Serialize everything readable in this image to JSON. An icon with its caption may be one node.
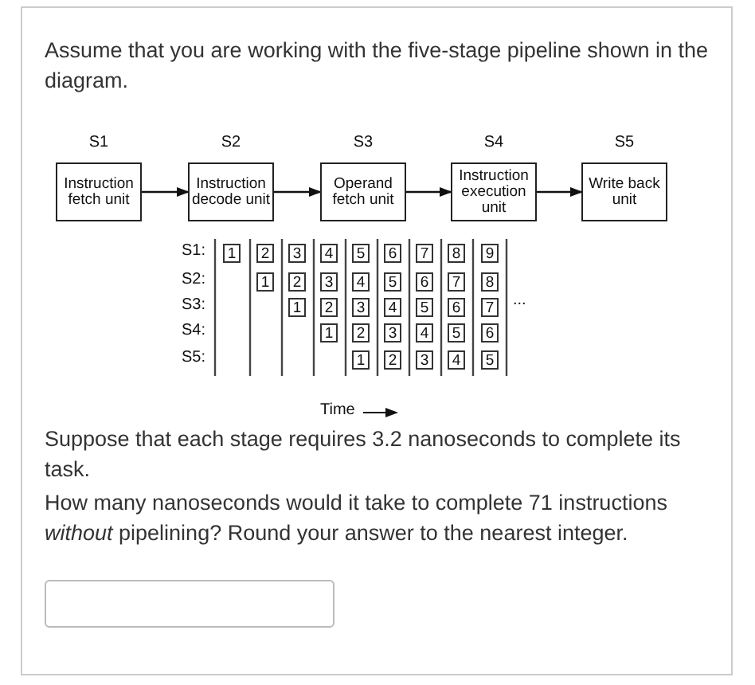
{
  "diagram": {
    "nodes": [
      {
        "text": [
          "S1",
          "Instruction fetch unit"
        ]
      },
      {
        "text": [
          "S2",
          "Instruction decode unit"
        ]
      },
      {
        "text": [
          "S3",
          "Operand fetch unit"
        ]
      },
      {
        "text": [
          "S4",
          "Instruction execution unit"
        ]
      },
      {
        "text": [
          "S5",
          "Write back unit"
        ]
      }
    ],
    "edges": [
      {
        "from": 0,
        "to": 1,
        "arrow": "to"
      },
      {
        "from": 1,
        "to": 2,
        "arrow": "to"
      },
      {
        "from": 2,
        "to": 3,
        "arrow": "to"
      },
      {
        "from": 3,
        "to": 4,
        "arrow": "to"
      }
    ],
    "labels": [
      "Assume that you are working with the five-stage pipeline shown in the diagram.",
      "S1:",
      "1",
      "2",
      "3",
      "4",
      "5",
      "6",
      "7",
      "8",
      "9",
      "S2:",
      "1",
      "2",
      "3",
      "4",
      "5",
      "6",
      "7",
      "8",
      "S3:",
      "1",
      "2",
      "3",
      "4",
      "5",
      "6",
      "7",
      "...",
      "S4:",
      "1",
      "2",
      "3",
      "4",
      "5",
      "6",
      "S5:",
      "1",
      "2",
      "3",
      "4",
      "5",
      "Time",
      "Suppose that each stage requires 3.2 nanoseconds to complete its task.",
      "How many nanoseconds would it take to complete 71 instructions *without* pipelining? Round your answer to the nearest integer."
    ]
  }
}
